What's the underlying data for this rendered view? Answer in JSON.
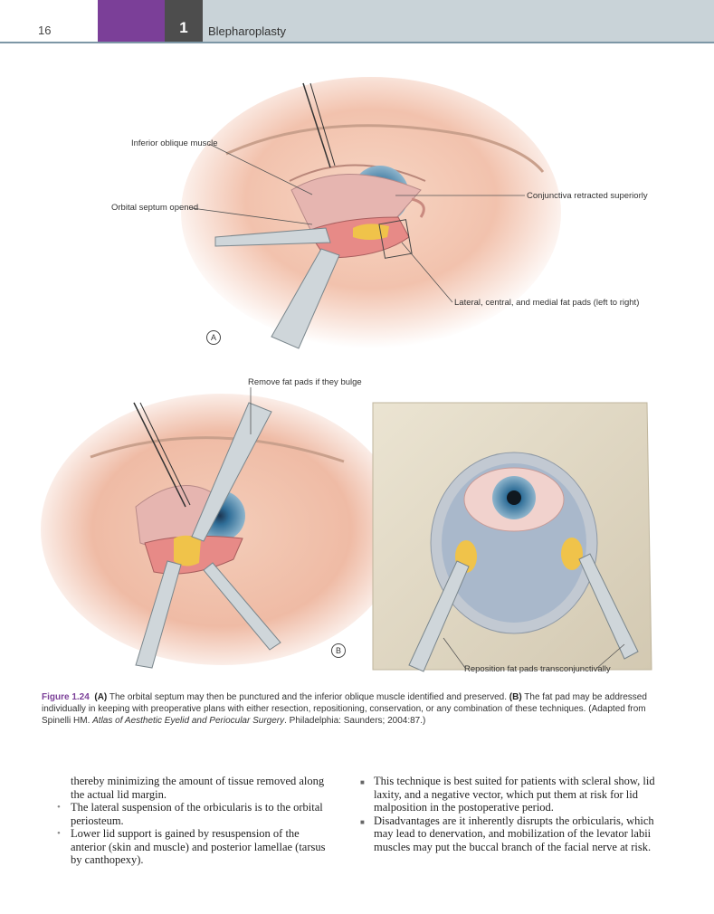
{
  "header": {
    "page_number": "16",
    "chapter_number": "1",
    "chapter_title": "Blepharoplasty"
  },
  "figure": {
    "panel_a_letter": "A",
    "panel_b_letter": "B",
    "labels": {
      "inferior_oblique": "Inferior oblique muscle",
      "orbital_septum": "Orbital septum opened",
      "conjunctiva": "Conjunctiva retracted superiorly",
      "fat_pads": "Lateral, central, and medial fat pads (left to right)",
      "remove_fat": "Remove fat pads if they bulge",
      "reposition_fat": "Reposition fat pads transconjunctivally"
    },
    "caption": {
      "figure_label": "Figure 1.24",
      "a_marker": "(A)",
      "a_text": " The orbital septum may then be punctured and the inferior oblique muscle identified and preserved. ",
      "b_marker": "(B)",
      "b_text": " The fat pad may be addressed individually in keeping with preoperative plans with either resection, repositioning, conservation, or any combination of these techniques. (Adapted from Spinelli HM. ",
      "book_title": "Atlas of Aesthetic Eyelid and Periocular Surgery",
      "source_tail": ". Philadelphia: Saunders; 2004:87.)"
    }
  },
  "body": {
    "left_continuation": "thereby minimizing the amount of tissue removed along the actual lid margin.",
    "left_bullets": [
      "The lateral suspension of the orbicularis is to the orbital periosteum.",
      "Lower lid support is gained by resuspension of the anterior (skin and muscle) and posterior lamellae (tarsus by canthopexy)."
    ],
    "right_bullets": [
      "This technique is best suited for patients with scleral show, lid laxity, and a negative vector, which put them at risk for lid malposition in the postoperative period.",
      "Disadvantages are it inherently disrupts the orbicularis, which may lead to denervation, and mobilization of the levator labii muscles may put the buccal branch of the facial nerve at risk."
    ]
  }
}
